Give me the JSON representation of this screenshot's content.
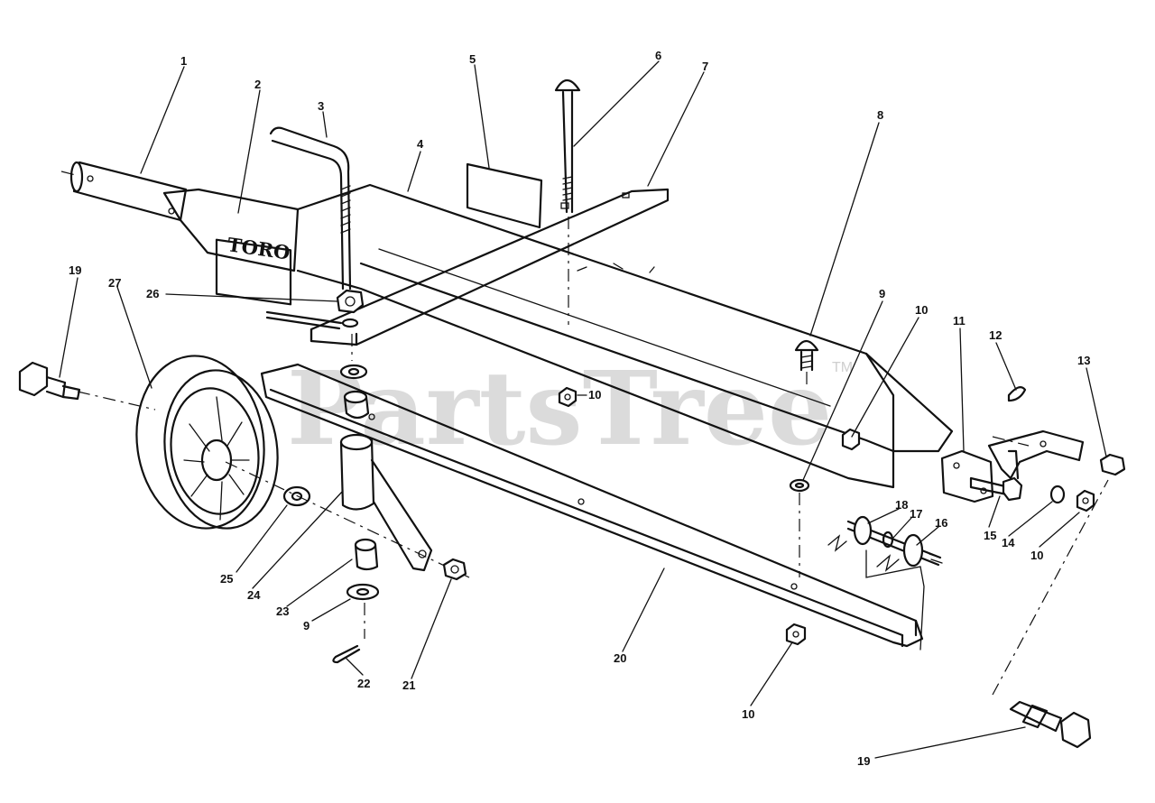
{
  "diagram": {
    "logo_text": "TORO",
    "watermark": {
      "text": "PartsTree",
      "mark": "TM"
    },
    "callouts": [
      {
        "id": "c1",
        "text": "1"
      },
      {
        "id": "c2",
        "text": "2"
      },
      {
        "id": "c3",
        "text": "3"
      },
      {
        "id": "c4",
        "text": "4"
      },
      {
        "id": "c5",
        "text": "5"
      },
      {
        "id": "c6",
        "text": "6"
      },
      {
        "id": "c7",
        "text": "7"
      },
      {
        "id": "c8",
        "text": "8"
      },
      {
        "id": "c9a",
        "text": "9"
      },
      {
        "id": "c10a",
        "text": "10"
      },
      {
        "id": "c11",
        "text": "11"
      },
      {
        "id": "c12",
        "text": "12"
      },
      {
        "id": "c13",
        "text": "13"
      },
      {
        "id": "c19a",
        "text": "19"
      },
      {
        "id": "c27",
        "text": "27"
      },
      {
        "id": "c26",
        "text": "26"
      },
      {
        "id": "c10b",
        "text": "10"
      },
      {
        "id": "c18",
        "text": "18"
      },
      {
        "id": "c17",
        "text": "17"
      },
      {
        "id": "c16",
        "text": "16"
      },
      {
        "id": "c15",
        "text": "15"
      },
      {
        "id": "c14",
        "text": "14"
      },
      {
        "id": "c10c",
        "text": "10"
      },
      {
        "id": "c25",
        "text": "25"
      },
      {
        "id": "c24",
        "text": "24"
      },
      {
        "id": "c23",
        "text": "23"
      },
      {
        "id": "c9b",
        "text": "9"
      },
      {
        "id": "c22",
        "text": "22"
      },
      {
        "id": "c21",
        "text": "21"
      },
      {
        "id": "c20",
        "text": "20"
      },
      {
        "id": "c10d",
        "text": "10"
      },
      {
        "id": "c19b",
        "text": "19"
      }
    ]
  }
}
